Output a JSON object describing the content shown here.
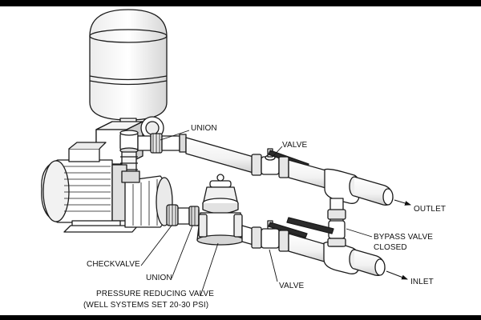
{
  "labels": {
    "union_top": "UNION",
    "valve_top": "VALVE",
    "outlet": "OUTLET",
    "bypass_line1": "BYPASS VALVE",
    "bypass_line2": "CLOSED",
    "inlet": "INLET",
    "checkvalve": "CHECKVALVE",
    "union_bottom": "UNION",
    "prv_line1": "PRESSURE REDUCING VALVE",
    "prv_line2": "(WELL SYSTEMS SET 20-30 PSI)",
    "valve_bottom": "VALVE"
  },
  "colors": {
    "line": "#1a1a1a",
    "fill": "#ffffff",
    "shade": "#d9d9d9",
    "dark": "#2b2b2b",
    "frame": "#000000"
  }
}
